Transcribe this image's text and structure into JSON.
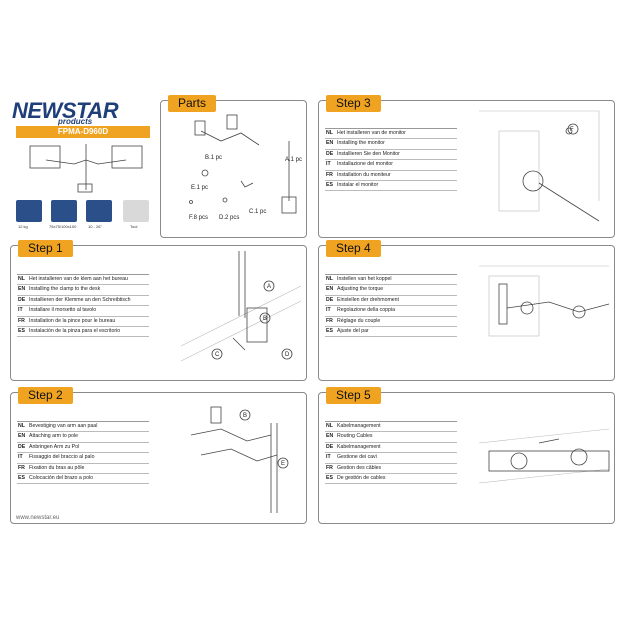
{
  "brand": {
    "logo_text": "NEWSTAR",
    "logo_sub": "products",
    "model": "FPMA-D960D",
    "website": "www.newstar.eu"
  },
  "specs": [
    {
      "icon": "weight-icon",
      "label": "12 kg"
    },
    {
      "icon": "vesa-icon",
      "label": "75x75/100x100"
    },
    {
      "icon": "screen-size-icon",
      "label": "10 - 26\""
    },
    {
      "icon": "tool-icon",
      "label": "Tool"
    }
  ],
  "parts": {
    "title": "Parts",
    "labels": [
      "B.1 pc",
      "A.1 pc",
      "E.1 pc",
      "F.8 pcs",
      "D.2 pcs",
      "C.1 pc"
    ]
  },
  "steps": [
    {
      "title": "Step 1",
      "rows": [
        {
          "code": "NL",
          "text": "Het installeren van de klem aan het bureau"
        },
        {
          "code": "EN",
          "text": "Installing the clamp to the desk"
        },
        {
          "code": "DE",
          "text": "Installieren der Klemme an den Schreibtisch"
        },
        {
          "code": "IT",
          "text": "Installare il morsetto al tavolo"
        },
        {
          "code": "FR",
          "text": "Installation de la pince pour le bureau"
        },
        {
          "code": "ES",
          "text": "Instalación de la pinza para el escritorio"
        }
      ],
      "callouts": [
        "A",
        "B",
        "C",
        "D"
      ]
    },
    {
      "title": "Step 2",
      "rows": [
        {
          "code": "NL",
          "text": "Bevestiging van arm aan paal"
        },
        {
          "code": "EN",
          "text": "Attaching arm to pole"
        },
        {
          "code": "DE",
          "text": "Anbringen Arm zu Pol"
        },
        {
          "code": "IT",
          "text": "Fissaggio del braccio al palo"
        },
        {
          "code": "FR",
          "text": "Fixation du bras au pôle"
        },
        {
          "code": "ES",
          "text": "Colocación del brazo a polo"
        }
      ],
      "callouts": [
        "B",
        "E"
      ]
    },
    {
      "title": "Step 3",
      "rows": [
        {
          "code": "NL",
          "text": "Het installeren van de monitor"
        },
        {
          "code": "EN",
          "text": "Installing the monitor"
        },
        {
          "code": "DE",
          "text": "Installieren Sie den Monitor"
        },
        {
          "code": "IT",
          "text": "Installazione del monitor"
        },
        {
          "code": "FR",
          "text": "Installation du moniteur"
        },
        {
          "code": "ES",
          "text": "Instalar el monitor"
        }
      ],
      "callouts": [
        "F"
      ]
    },
    {
      "title": "Step 4",
      "rows": [
        {
          "code": "NL",
          "text": "Instellen van het koppel"
        },
        {
          "code": "EN",
          "text": "Adjusting the torque"
        },
        {
          "code": "DE",
          "text": "Einstellen der drehmoment"
        },
        {
          "code": "IT",
          "text": "Regolazione della coppia"
        },
        {
          "code": "FR",
          "text": "Réglage du couple"
        },
        {
          "code": "ES",
          "text": "Ajuste del par"
        }
      ],
      "callouts": []
    },
    {
      "title": "Step 5",
      "rows": [
        {
          "code": "NL",
          "text": "Kabelmanagement"
        },
        {
          "code": "EN",
          "text": "Routing Cables"
        },
        {
          "code": "DE",
          "text": "Kabelmanagement"
        },
        {
          "code": "IT",
          "text": "Gestione dei cavi"
        },
        {
          "code": "FR",
          "text": "Gestion des câbles"
        },
        {
          "code": "ES",
          "text": "De gestión de cables"
        }
      ],
      "callouts": []
    }
  ]
}
